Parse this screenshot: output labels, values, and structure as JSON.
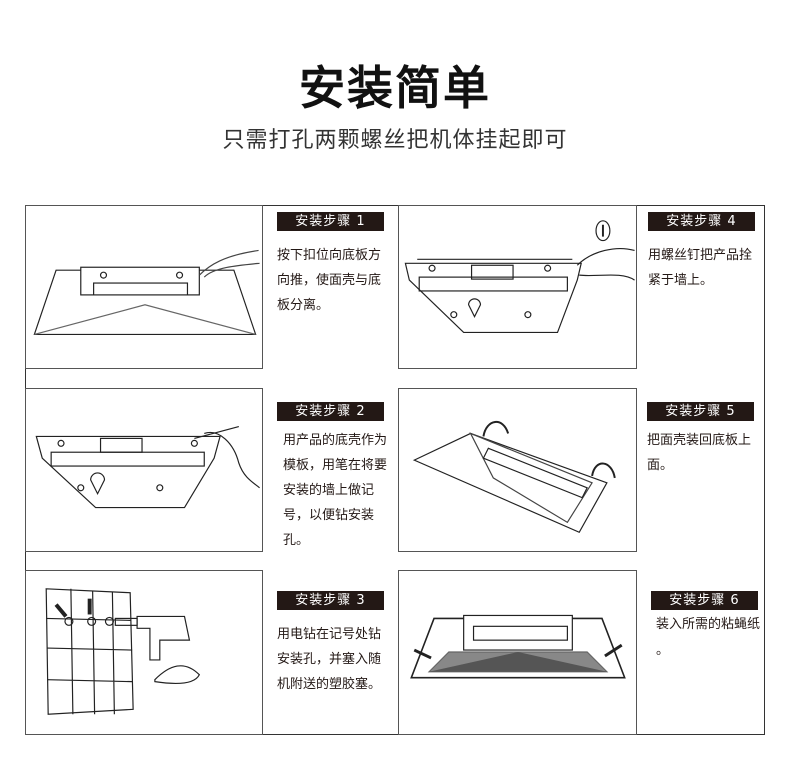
{
  "header": {
    "title": "安装简单",
    "subtitle": "只需打孔两颗螺丝把机体挂起即可"
  },
  "steps": [
    {
      "label": "安装步骤 1",
      "text": "按下扣位向底板方向推，使面壳与底板分离。"
    },
    {
      "label": "安装步骤 2",
      "text": "用产品的底壳作为模板，用笔在将要安装的墙上做记号，以便钻安装孔。"
    },
    {
      "label": "安装步骤 3",
      "text": "用电钻在记号处钻安装孔，并塞入随机附送的塑胶塞。"
    },
    {
      "label": "安装步骤 4",
      "text": "用螺丝钉把产品拴紧于墙上。"
    },
    {
      "label": "安装步骤 5",
      "text": "把面壳装回底板上面。"
    },
    {
      "label": "安装步骤 6",
      "text": "装入所需的粘蝇纸 。"
    }
  ]
}
